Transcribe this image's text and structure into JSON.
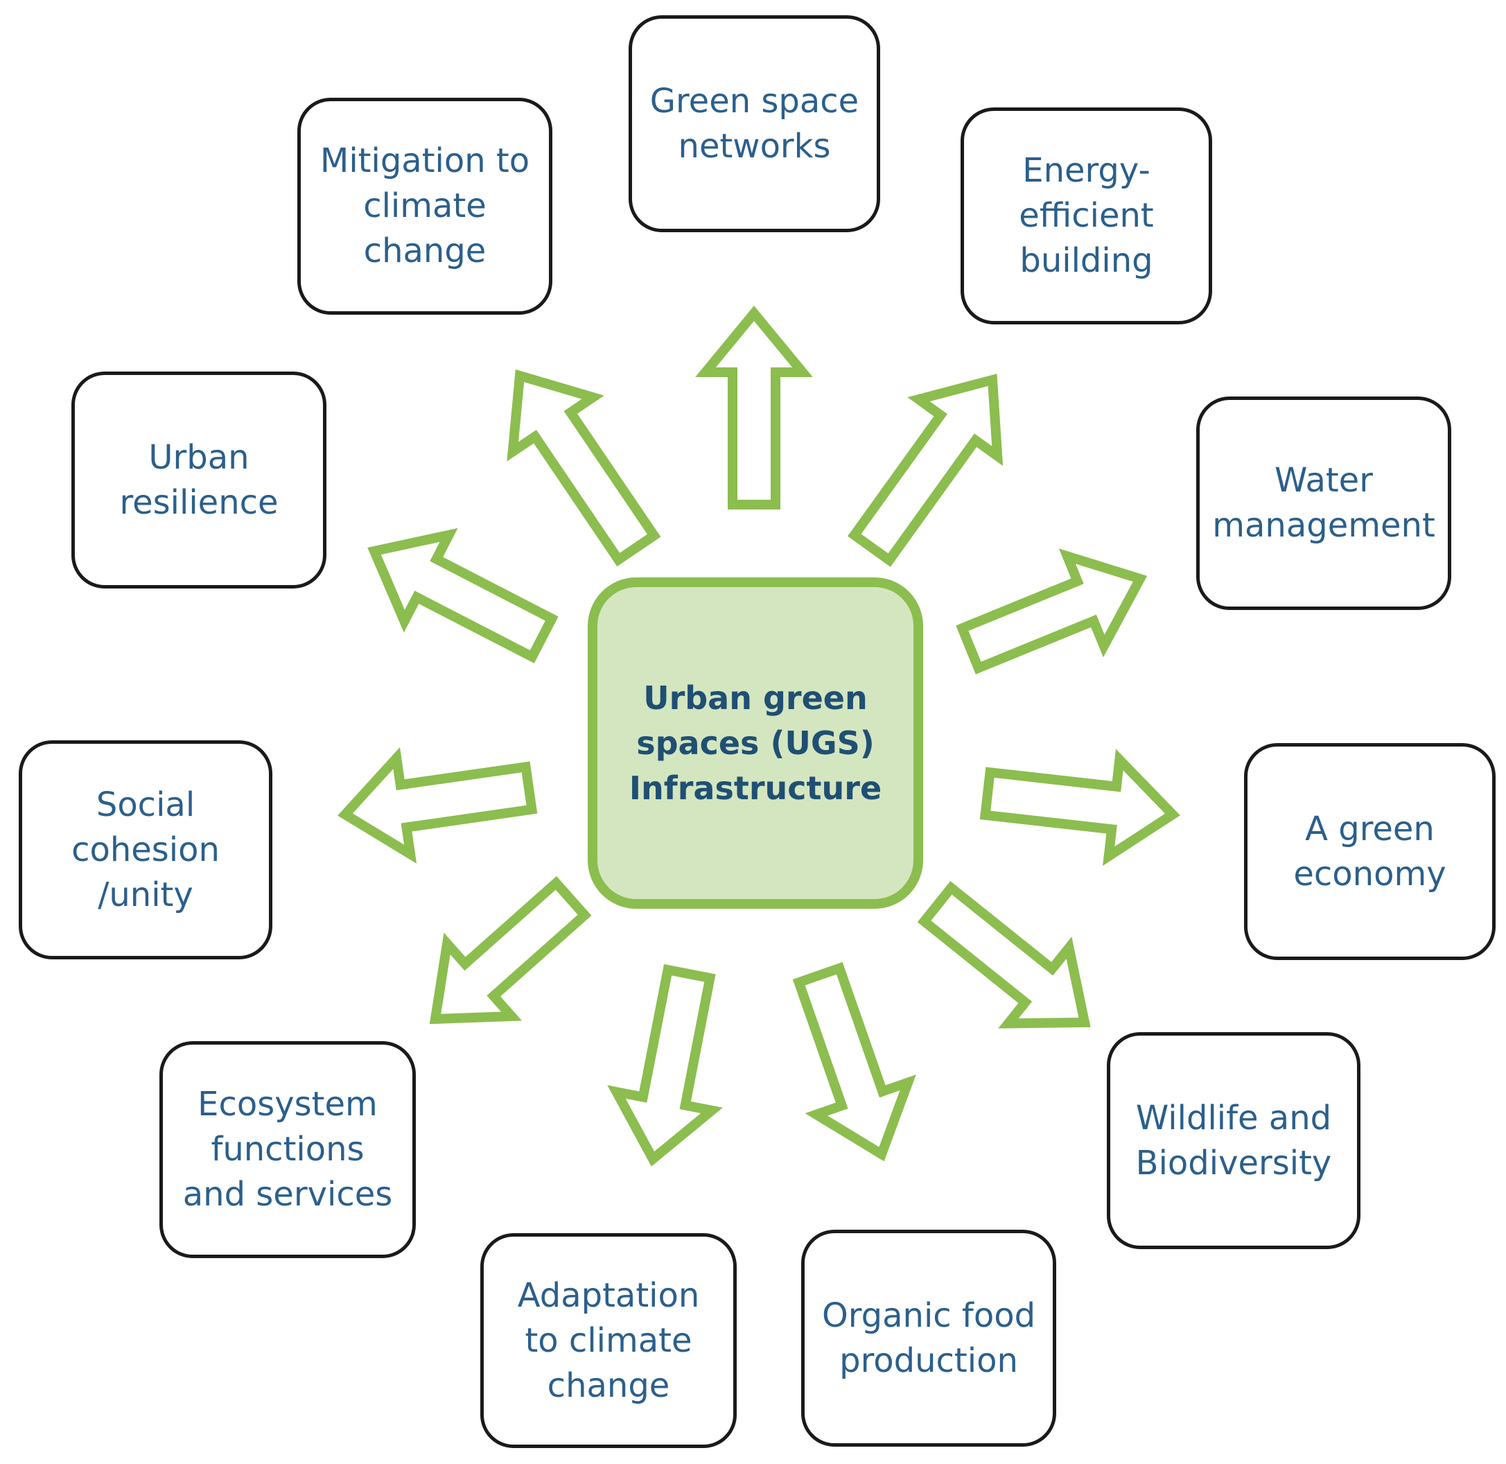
{
  "diagram": {
    "center": {
      "label": "Urban green\nspaces (UGS)\nInfrastructure"
    },
    "nodes": [
      {
        "id": "green-space-networks",
        "label": "Green space\nnetworks"
      },
      {
        "id": "energy-efficient-building",
        "label": "Energy-\nefficient\nbuilding"
      },
      {
        "id": "water-management",
        "label": "Water\nmanagement"
      },
      {
        "id": "green-economy",
        "label": "A green\neconomy"
      },
      {
        "id": "wildlife-biodiversity",
        "label": "Wildlife and\nBiodiversity"
      },
      {
        "id": "organic-food-production",
        "label": "Organic food\nproduction"
      },
      {
        "id": "adaptation-climate-change",
        "label": "Adaptation\nto climate\nchange"
      },
      {
        "id": "ecosystem-functions",
        "label": "Ecosystem\nfunctions\nand services"
      },
      {
        "id": "social-cohesion",
        "label": "Social\ncohesion\n/unity"
      },
      {
        "id": "urban-resilience",
        "label": "Urban\nresilience"
      },
      {
        "id": "mitigation-climate-change",
        "label": "Mitigation to\nclimate\nchange"
      }
    ],
    "colors": {
      "arrow_stroke": "#8cbd4f",
      "center_fill": "#d4e6c0",
      "center_border": "#8cbd4f",
      "node_text": "#2b5f8c",
      "center_text": "#1f4f73",
      "node_border": "#1a1a1a"
    }
  }
}
